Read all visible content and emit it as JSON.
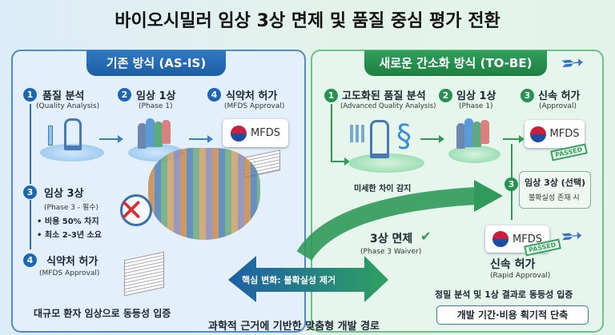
{
  "title": "바이오시밀러 임상 3상 면제 및 품질 중심 평가 전환",
  "as_is": {
    "header": "기존 방식 (AS-IS)",
    "steps": [
      {
        "num": "1",
        "label": "품질 분석",
        "sub": "(Quality Analysis)"
      },
      {
        "num": "2",
        "label": "임상 1상",
        "sub": "(Phase 1)"
      },
      {
        "num": "4",
        "label": "식약처 허가",
        "sub": "(MFDS Approval)"
      },
      {
        "num": "3",
        "label": "임상 3상",
        "sub": "(Phase 3 - 필수)",
        "bullets": [
          "• 비용 50% 차지",
          "• 최소 2-3년 소요"
        ]
      },
      {
        "num": "4",
        "label": "식약처 허가",
        "sub": "(MFDS Approval)"
      }
    ],
    "mfds": "MFDS",
    "footer": "대규모 환자 임상으로 동등성 입증"
  },
  "center": {
    "key_change": "핵심 변화: 불확실성 제거",
    "waiver": "3상 면제",
    "waiver_sub": "(Phase 3 Waiver)",
    "footer": "과학적 근거에 기반한 맞춤형 개발 경로"
  },
  "to_be": {
    "header": "새로운 간소화 방식 (TO-BE)",
    "steps": [
      {
        "num": "1",
        "label": "고도화된 품질 분석",
        "sub": "(Advanced Quality Analysis)"
      },
      {
        "num": "2",
        "label": "임상 1상",
        "sub": "(Phase 1)"
      },
      {
        "num": "3",
        "label": "신속 허가",
        "sub": "(Approval)"
      },
      {
        "num": "3",
        "label": "임상 3상 (선택)",
        "sub": "불확실성 존재 시"
      }
    ],
    "detect": "미세한 차이 감지",
    "mfds": "MFDS",
    "passed": "PASSED",
    "rapid": "신속 허가",
    "rapid_sub": "(Rapid Approval)",
    "proof": "정밀 분석 및 1상 결과로 동등성 입증",
    "summary": "개발 기간·비용 획기적 단축"
  }
}
